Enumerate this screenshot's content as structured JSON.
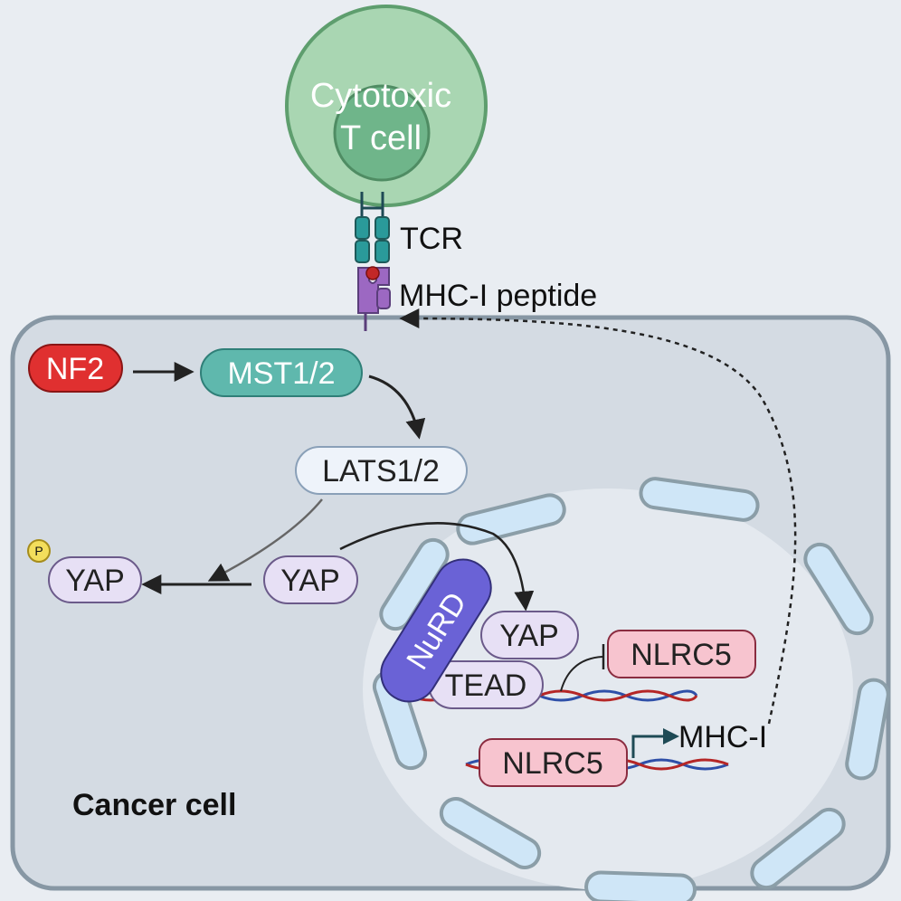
{
  "colors": {
    "background": "#e9edf2",
    "cell_fill": "#d4dbe3",
    "cell_stroke": "#8797a4",
    "tcell_outer": "#a9d6b2",
    "tcell_inner": "#6fb58a",
    "nf2": "#e03030",
    "mst": "#5fb8ad",
    "lats": "#eef3fa",
    "yap": "#e7e0f5",
    "nlrc5": "#f7c4cf",
    "nurd": "#6a62d6",
    "tcr": "#2a9a9a",
    "mhc": "#9c68c2",
    "peptide": "#c22727"
  },
  "tcell": {
    "label_line1": "Cytotoxic",
    "label_line2": "T cell"
  },
  "receptor": {
    "tcr_label": "TCR",
    "mhc_label": "MHC-I peptide"
  },
  "cytoplasm": {
    "nf2": "NF2",
    "mst": "MST1/2",
    "lats": "LATS1/2",
    "yap_phospho": "YAP",
    "phospho_badge": "P",
    "yap_free": "YAP"
  },
  "nucleus": {
    "nurd": "NuRD",
    "yap": "YAP",
    "tead": "TEAD",
    "nlrc5_target": "NLRC5",
    "nlrc5_factor": "NLRC5",
    "mhc_gene": "MHC-I"
  },
  "cell_label": "Cancer cell"
}
